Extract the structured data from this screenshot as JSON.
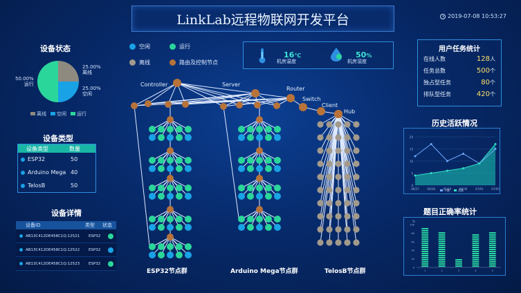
{
  "header": {
    "title": "LinkLab远程物联网开发平台",
    "datetime": "2019-07-08 10:53:27"
  },
  "device_status": {
    "title": "设备状态",
    "slices": [
      {
        "name": "离线",
        "percent": 25.0,
        "label": "25.00%",
        "color": "#8e8a80"
      },
      {
        "name": "空闲",
        "percent": 25.0,
        "label": "25.00%",
        "color": "#19a3e6"
      },
      {
        "name": "运行",
        "percent": 50.0,
        "label": "50.00%",
        "color": "#2bd69a"
      }
    ]
  },
  "device_types": {
    "title": "设备类型",
    "headers": [
      "设备类型",
      "数量"
    ],
    "rows": [
      {
        "type": "ESP32",
        "count": "50"
      },
      {
        "type": "Arduino Mega",
        "count": "40"
      },
      {
        "type": "TelosB",
        "count": "50"
      }
    ]
  },
  "device_details": {
    "title": "设备详情",
    "headers": [
      "设备ID",
      "类型",
      "状态"
    ],
    "rows": [
      {
        "id": "AB13C412DE458C1Q:12521",
        "type": "ESP32",
        "status_color": "#2bd69a"
      },
      {
        "id": "AB13C412DE458C1Q:12522",
        "type": "ESP32",
        "status_color": "#19a3e6"
      },
      {
        "id": "AB13C412DE458C1Q:12523",
        "type": "ESP32",
        "status_color": "#2bd69a"
      }
    ]
  },
  "legend": {
    "idle": "空闲",
    "running": "运行",
    "offline": "离线",
    "routing": "路由及控制节点",
    "colors": {
      "idle": "#19a3e6",
      "running": "#2bd69a",
      "offline": "#a29a8c",
      "routing": "#b8733a"
    }
  },
  "environment": {
    "temperature": {
      "value": "16",
      "unit": "℃",
      "label": "机房温度"
    },
    "humidity": {
      "value": "50",
      "unit": "%",
      "label": "机房湿度"
    }
  },
  "task_stats": {
    "title": "用户任务统计",
    "rows": [
      {
        "label": "在线人数",
        "value": "128",
        "unit": "人"
      },
      {
        "label": "任务总数",
        "value": "500",
        "unit": "个"
      },
      {
        "label": "独占型任务",
        "value": "80",
        "unit": "个"
      },
      {
        "label": "排队型任务",
        "value": "420",
        "unit": "个"
      }
    ]
  },
  "network": {
    "labels": {
      "controller": "Controller",
      "server": "Server",
      "router": "Router",
      "switch": "Switch",
      "client": "Client",
      "hub": "Hub"
    },
    "groups": [
      "ESP32节点群",
      "Arduino Mega节点群",
      "TelosB节点群"
    ]
  },
  "history": {
    "title": "历史活跃情况",
    "legend": [
      "人数",
      "活跃"
    ]
  },
  "accuracy": {
    "title": "题目正确率统计"
  },
  "chart_data": [
    {
      "type": "line",
      "x": [
        "06/27",
        "06/28",
        "06/29",
        "06/30",
        "07/01",
        "07/02"
      ],
      "ylim": [
        0,
        20
      ],
      "yticks": [
        0,
        5,
        10,
        15,
        20
      ],
      "series": [
        {
          "name": "人数",
          "values": [
            12,
            17,
            10,
            13,
            9,
            15
          ]
        },
        {
          "name": "活跃",
          "values": [
            4,
            5,
            6,
            7,
            9,
            17
          ]
        }
      ]
    },
    {
      "type": "bar",
      "categories": [
        "1",
        "2",
        "3",
        "4",
        "5"
      ],
      "values": [
        92,
        85,
        20,
        82,
        83
      ],
      "ylim": [
        0,
        100
      ],
      "yticks": [
        0,
        20,
        40,
        60,
        80,
        100
      ],
      "ylabel": "%"
    }
  ]
}
